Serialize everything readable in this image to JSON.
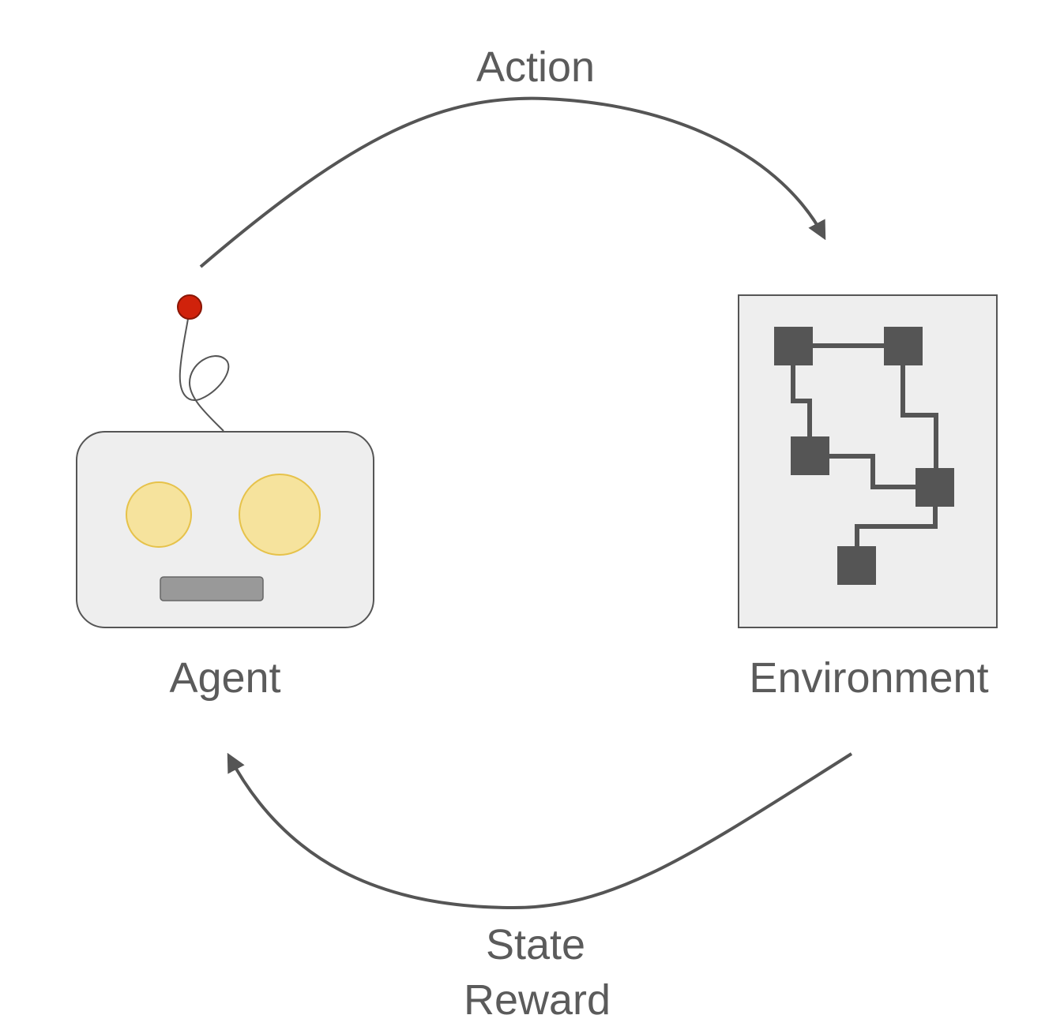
{
  "labels": {
    "action": "Action",
    "agent": "Agent",
    "environment": "Environment",
    "state": "State",
    "reward": "Reward"
  },
  "icons": {
    "agent": "robot-icon",
    "environment": "circuit-graph-icon"
  },
  "colors": {
    "stroke": "#555555",
    "text": "#5b5b5b",
    "panel_fill": "#eeeeee",
    "eye_fill": "#f6e39d",
    "eye_stroke": "#e6c24a",
    "antenna_ball": "#d0220b",
    "node_fill": "#555555"
  }
}
